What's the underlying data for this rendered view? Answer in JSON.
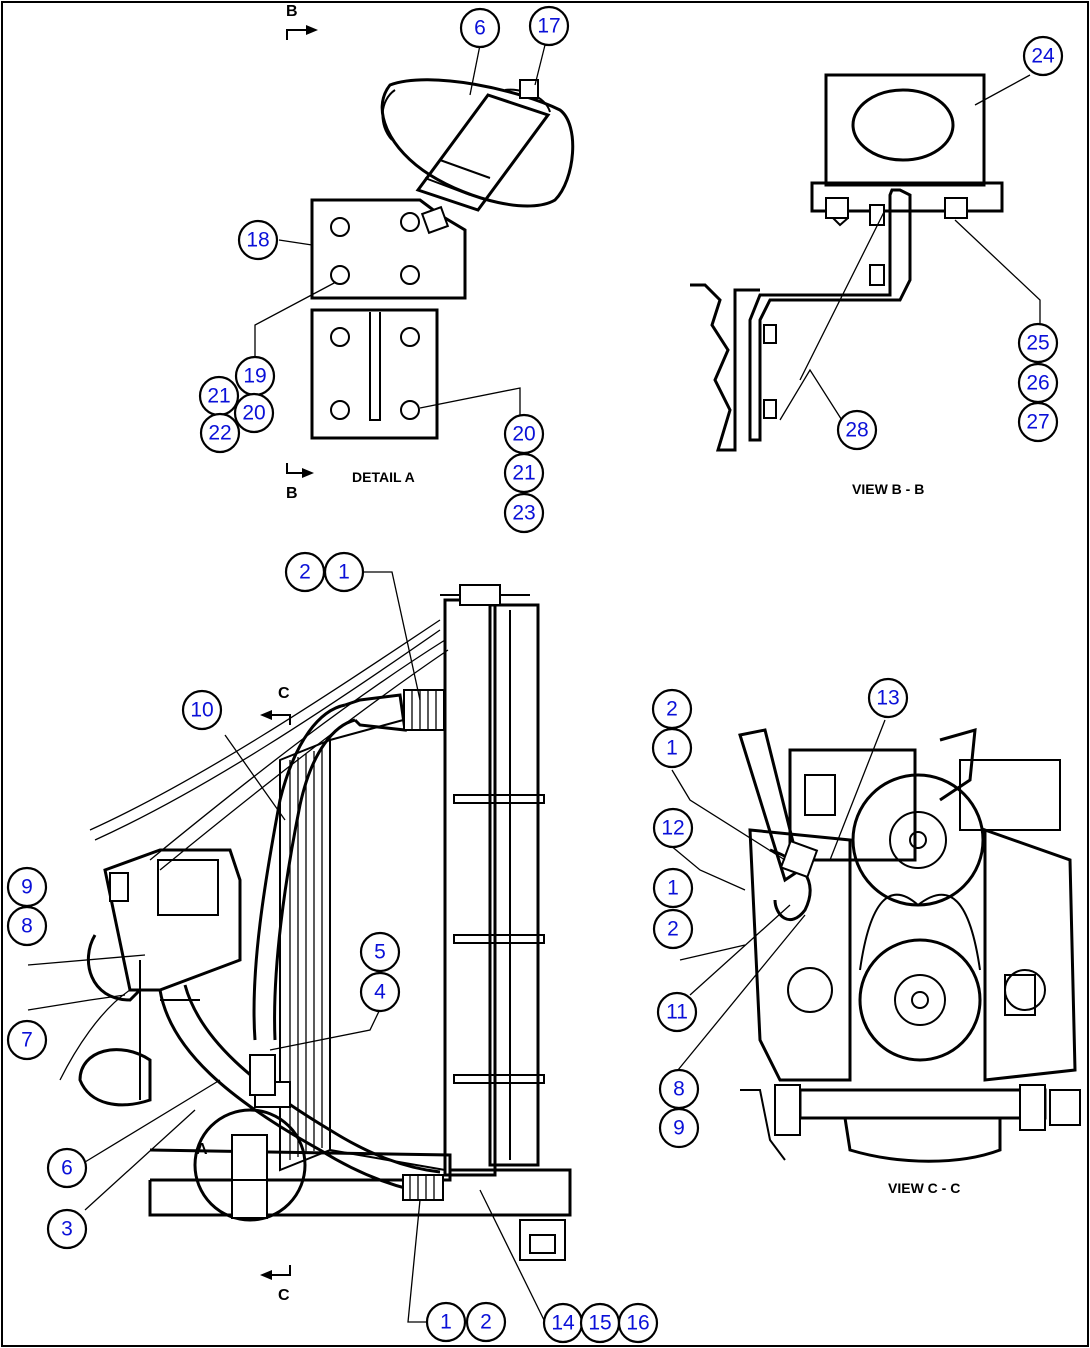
{
  "colors": {
    "callout_text": "#0a10d8",
    "line": "#000000",
    "background": "#ffffff"
  },
  "captions": {
    "detail_a": "DETAIL A",
    "view_b": "VIEW B - B",
    "view_c": "VIEW C - C"
  },
  "section_marks": {
    "b_top": "B",
    "b_bottom": "B",
    "c_top": "C",
    "c_bottom": "C",
    "a": "A"
  },
  "callouts": {
    "c6_top": "6",
    "c17": "17",
    "c18": "18",
    "c19": "19",
    "c21_left": "21",
    "c20_left": "20",
    "c22": "22",
    "c20_right": "20",
    "c21_right": "21",
    "c23": "23",
    "c24": "24",
    "c25": "25",
    "c26": "26",
    "c27": "27",
    "c28": "28",
    "c2_top": "2",
    "c1_top": "1",
    "c10": "10",
    "c9_left": "9",
    "c8_left": "8",
    "c7": "7",
    "c5": "5",
    "c4": "4",
    "c6_bottom": "6",
    "c3": "3",
    "c1_bottom": "1",
    "c2_bottom": "2",
    "c14": "14",
    "c15": "15",
    "c16": "16",
    "c2_view_c_top": "2",
    "c1_view_c_top": "1",
    "c13": "13",
    "c12": "12",
    "c1_view_c_mid": "1",
    "c2_view_c_mid": "2",
    "c11": "11",
    "c8_right": "8",
    "c9_right": "9"
  }
}
